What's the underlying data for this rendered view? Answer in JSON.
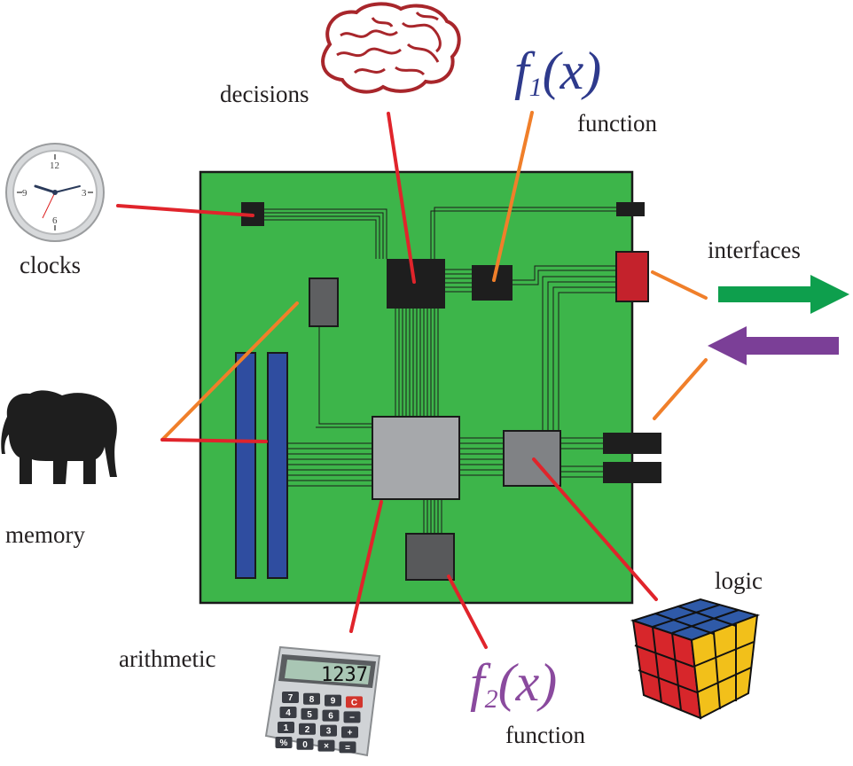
{
  "labels": {
    "decisions": "decisions",
    "function_top": "function",
    "clocks": "clocks",
    "interfaces": "interfaces",
    "memory": "memory",
    "logic": "logic",
    "arithmetic": "arithmetic",
    "function_bottom": "function"
  },
  "formulas": {
    "f1": {
      "f": "f",
      "sub": "1",
      "arg": "(x)"
    },
    "f2": {
      "f": "f",
      "sub": "2",
      "arg": "(x)"
    }
  },
  "clock_face": {
    "n12": "12",
    "n3": "3",
    "n6": "6",
    "n9": "9"
  },
  "calculator": {
    "display": "1237",
    "keys": [
      "7",
      "8",
      "9",
      "C",
      "4",
      "5",
      "6",
      "−",
      "1",
      "2",
      "3",
      "+",
      "%",
      "0",
      "×",
      "="
    ]
  },
  "colors": {
    "board": "#3db54a",
    "board_border": "#1a1a1a",
    "pointer_red": "#e0242b",
    "pointer_orange": "#f07f2a",
    "memory_stick": "#2f4da0",
    "interface_out": "#0e9f4d",
    "interface_in": "#7b3f97",
    "formula_blue": "#2e3a8c",
    "formula_purple": "#8a4a9e"
  }
}
